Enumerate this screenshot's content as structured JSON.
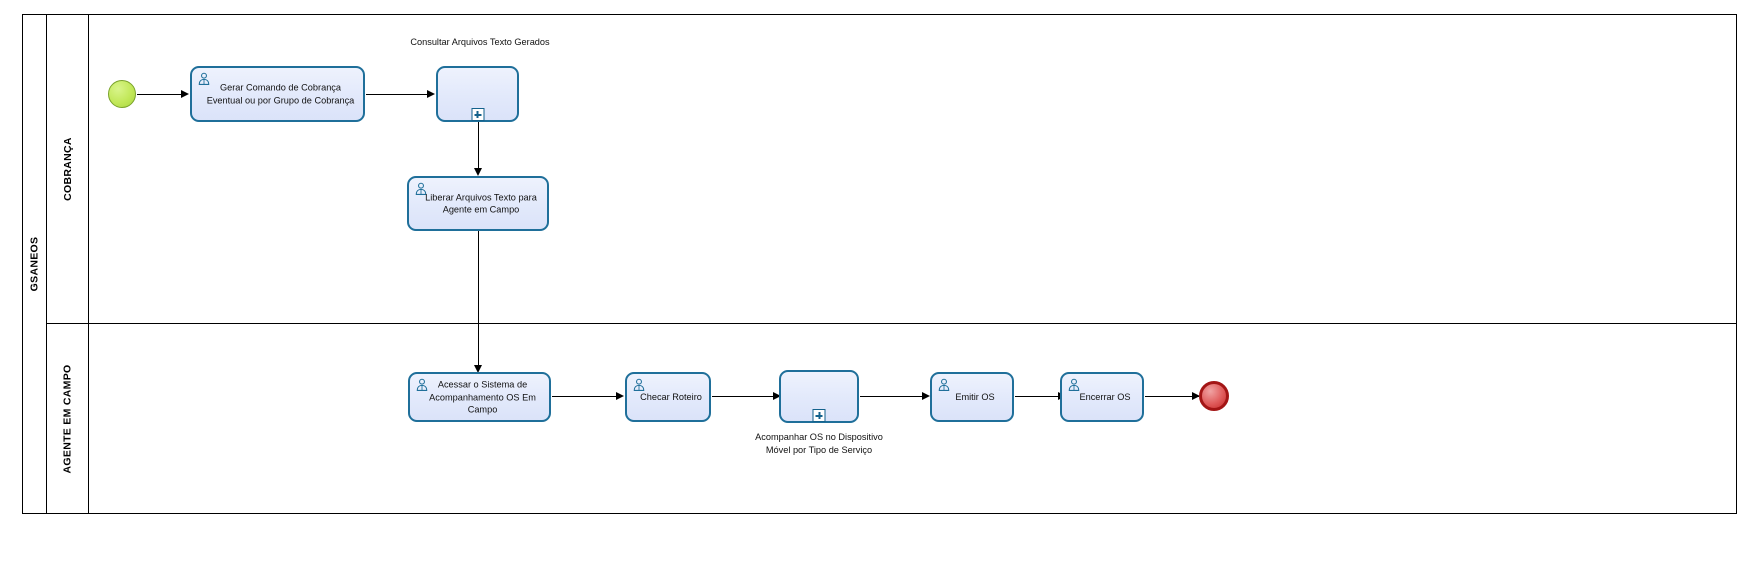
{
  "diagram": {
    "type": "bpmn-process",
    "pool": {
      "name": "GSANEOS"
    },
    "lanes": [
      {
        "id": "cobranca",
        "name": "COBRANÇA"
      },
      {
        "id": "agente",
        "name": "AGENTE EM CAMPO"
      }
    ],
    "colors": {
      "task_border": "#1f6f9a",
      "task_fill": "#e2e9fb",
      "start_event": "#c2e85a",
      "end_event": "#d34848",
      "flow": "#000000",
      "pool_border": "#000000"
    },
    "nodes": {
      "start_event": {
        "name": "start-event",
        "type": "start-event",
        "label": ""
      },
      "task_gerar_comando": {
        "type": "user-task",
        "label": "Gerar Comando de Cobrança\nEventual ou por Grupo de Cobrança",
        "icon": "user-task-icon"
      },
      "subprocess_consultar": {
        "type": "collapsed-subprocess",
        "label": "Consultar Arquivos Texto Gerados",
        "marker": "plus-marker",
        "label_position": "above"
      },
      "task_liberar": {
        "type": "user-task",
        "label": "Liberar Arquivos Texto para\nAgente em Campo",
        "icon": "user-task-icon"
      },
      "task_acessar": {
        "type": "user-task",
        "label": "Acessar o Sistema de\nAcompanhamento OS Em\nCampo",
        "icon": "user-task-icon"
      },
      "task_checar": {
        "type": "user-task",
        "label": "Checar Roteiro",
        "icon": "user-task-icon"
      },
      "subprocess_acompanhar": {
        "type": "collapsed-subprocess",
        "label": "Acompanhar OS no Dispositivo\nMóvel por Tipo de Serviço",
        "marker": "plus-marker",
        "label_position": "below"
      },
      "task_emitir": {
        "type": "user-task",
        "label": "Emitir OS",
        "icon": "user-task-icon"
      },
      "task_encerrar": {
        "type": "user-task",
        "label": "Encerrar OS",
        "icon": "user-task-icon"
      },
      "end_event": {
        "name": "end-event",
        "type": "end-event",
        "label": ""
      }
    },
    "flows": [
      {
        "from": "start_event",
        "to": "task_gerar_comando"
      },
      {
        "from": "task_gerar_comando",
        "to": "subprocess_consultar"
      },
      {
        "from": "subprocess_consultar",
        "to": "task_liberar"
      },
      {
        "from": "task_liberar",
        "to": "task_acessar"
      },
      {
        "from": "task_acessar",
        "to": "task_checar"
      },
      {
        "from": "task_checar",
        "to": "subprocess_acompanhar"
      },
      {
        "from": "subprocess_acompanhar",
        "to": "task_emitir"
      },
      {
        "from": "task_emitir",
        "to": "task_encerrar"
      },
      {
        "from": "task_encerrar",
        "to": "end_event"
      }
    ]
  }
}
